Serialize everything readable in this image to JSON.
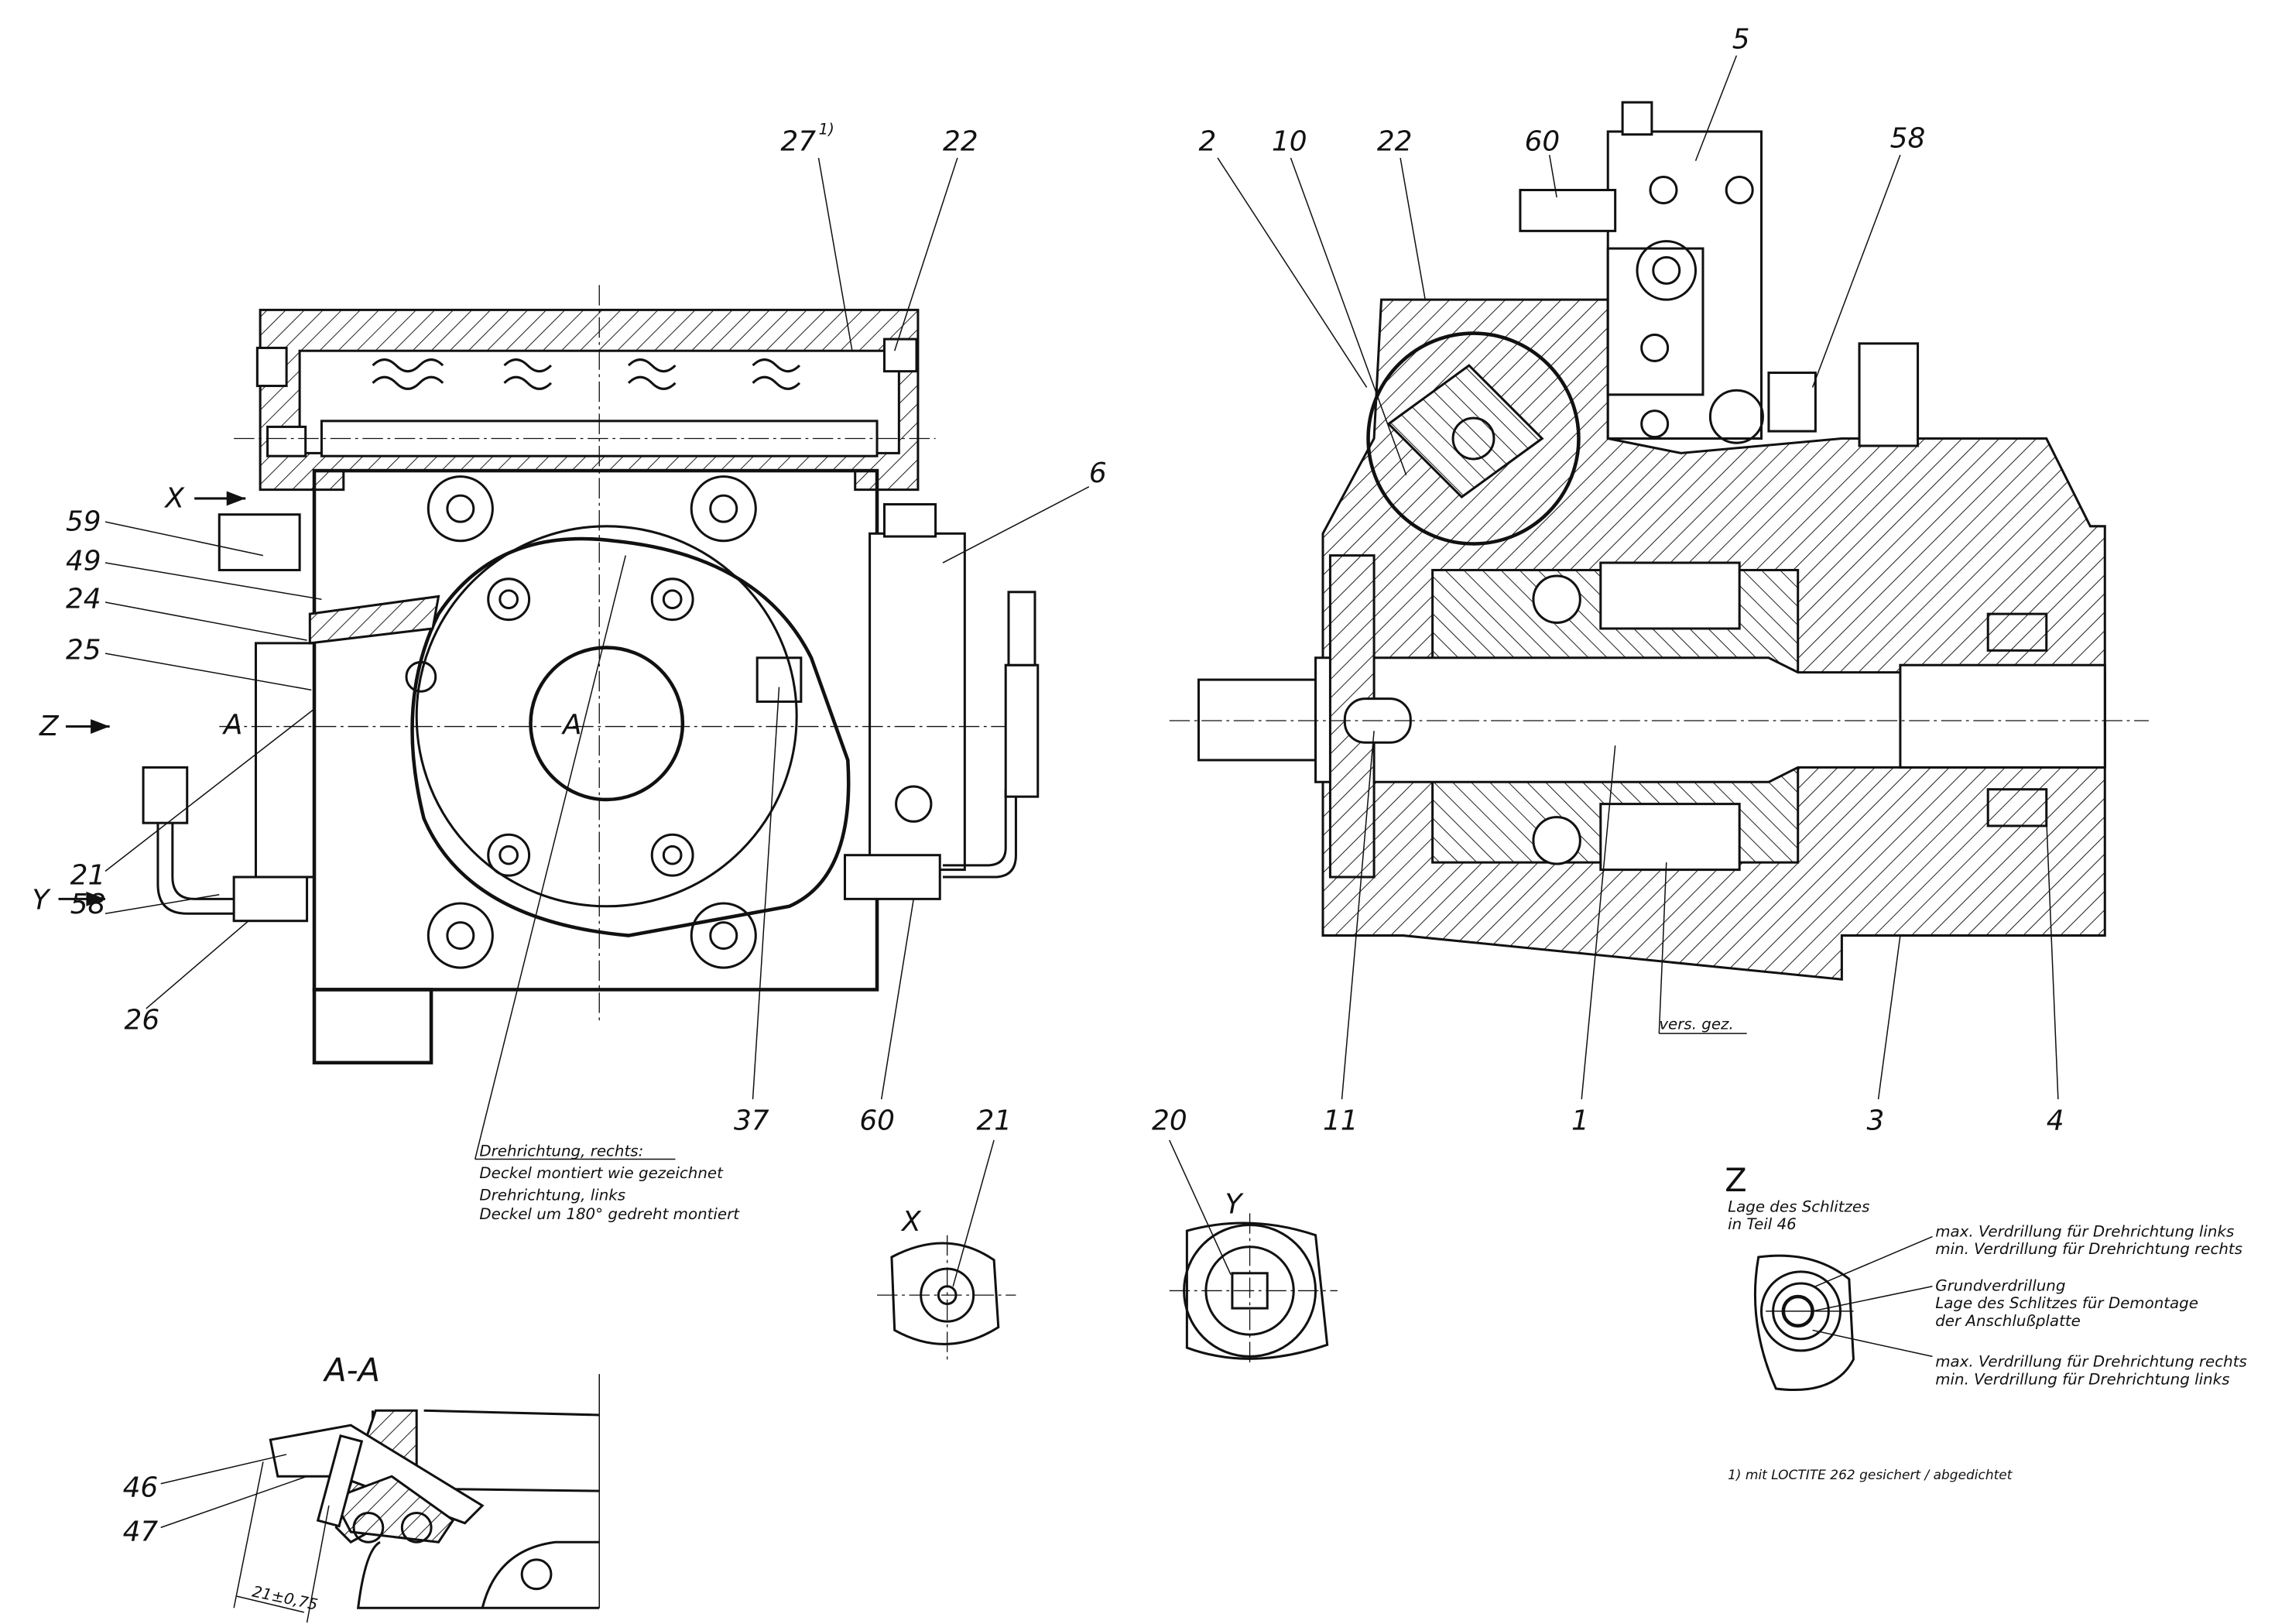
{
  "left_view": {
    "labels": {
      "p27": "27",
      "p27_note": "1)",
      "p22": "22",
      "p6": "6",
      "p59": "59",
      "p49": "49",
      "p24": "24",
      "p25": "25",
      "p21": "21",
      "p58": "58",
      "p26": "26",
      "p37": "37",
      "p60": "60",
      "view_x": "X",
      "view_z": "Z",
      "view_y": "Y",
      "section_a_left": "A",
      "section_a_right": "A"
    }
  },
  "right_view": {
    "labels": {
      "p5": "5",
      "p60": "60",
      "p58": "58",
      "p2": "2",
      "p10": "10",
      "p22": "22",
      "p11": "11",
      "p1": "1",
      "p3": "3",
      "p4": "4"
    },
    "vers_gez": "vers. gez."
  },
  "rotation_note": {
    "line1": "Drehrichtung, rechts:",
    "line2": "Deckel montiert wie gezeichnet",
    "line3": "Drehrichtung, links",
    "line4": "Deckel um 180° gedreht montiert"
  },
  "view_x": {
    "title": "X",
    "part": "21"
  },
  "view_y": {
    "title": "Y",
    "part": "20"
  },
  "view_z": {
    "title": "Z",
    "caption1": "Lage des Schlitzes",
    "caption2": "in Teil 46",
    "note1a": "max. Verdrillung  für Drehrichtung links",
    "note1b": "min. Verdrillung für Drehrichtung rechts",
    "note2a": "Grundverdrillung",
    "note2b": "Lage des Schlitzes für Demontage",
    "note2c": "der Anschlußplatte",
    "note3a": "max. Verdrillung für Drehrichtung rechts",
    "note3b": "min.  Verdrillung für Drehrichtung links"
  },
  "section_aa": {
    "title": "A-A",
    "p46": "46",
    "p47": "47",
    "dimension": "21±0,75"
  },
  "footnote": "1) mit LOCTITE 262 gesichert / abgedichtet"
}
